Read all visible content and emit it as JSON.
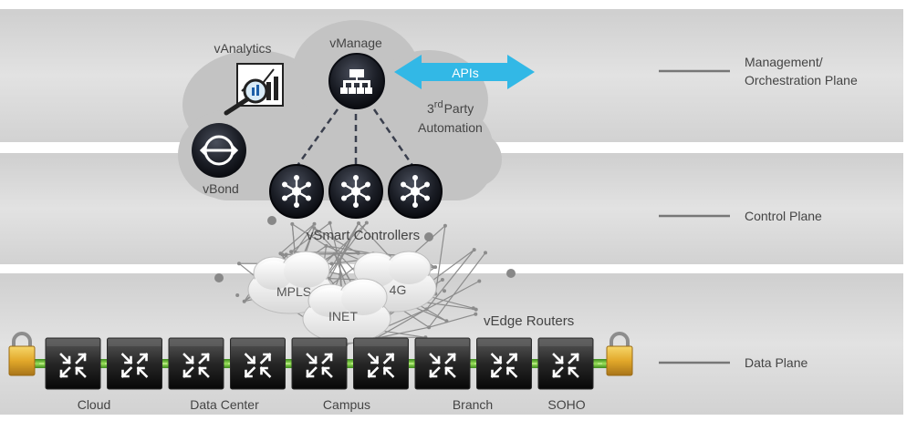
{
  "components": {
    "vanalytics": "vAnalytics",
    "vmanage": "vManage",
    "vbond": "vBond",
    "vsmart": "vSmart Controllers",
    "vedge": "vEdge Routers"
  },
  "apis": {
    "label": "APIs",
    "third_party_prefix": "3",
    "third_party_sup": "rd",
    "third_party_word": "Party",
    "automation": "Automation"
  },
  "transports": [
    "MPLS",
    "4G",
    "INET"
  ],
  "planes": [
    {
      "id": "management",
      "line1": "Management/",
      "line2": "Orchestration Plane"
    },
    {
      "id": "control",
      "line1": "Control Plane",
      "line2": ""
    },
    {
      "id": "data",
      "line1": "Data Plane",
      "line2": ""
    }
  ],
  "sites": [
    "Cloud",
    "Data Center",
    "Campus",
    "Branch",
    "SOHO"
  ],
  "router_count": 9,
  "controller_count": 3,
  "colors": {
    "band": "#d7d7d7",
    "band_light": "#e6e6e6",
    "cloud": "#c2c2c2",
    "api_arrow": "#32b8e6",
    "router_top": "#4a4a4a",
    "router_bottom": "#0c0c0c",
    "link_green": "#7fd13b",
    "lock_gold": "#e2a82a",
    "mesh": "#8a8a8a"
  },
  "icons": [
    "analytics-magnifier-icon",
    "vmanage-hierarchy-icon",
    "vbond-orchestrator-icon",
    "vsmart-hub-icon",
    "router-arrows-icon",
    "padlock-icon"
  ]
}
